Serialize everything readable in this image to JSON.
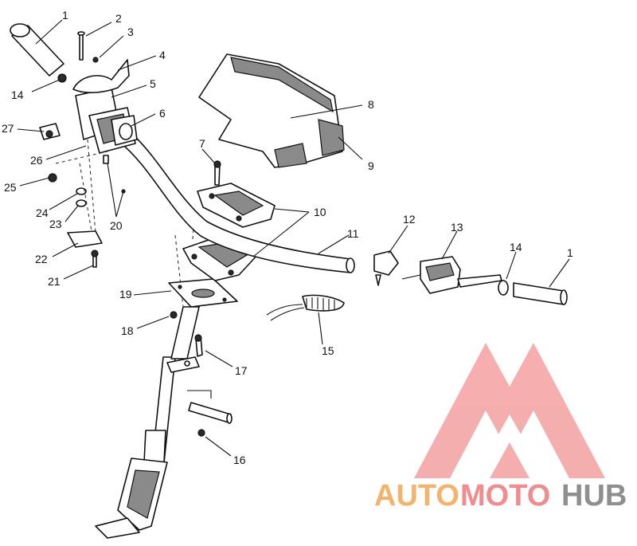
{
  "callouts": [
    {
      "id": "c1a",
      "text": "1"
    },
    {
      "id": "c2",
      "text": "2"
    },
    {
      "id": "c3",
      "text": "3"
    },
    {
      "id": "c4",
      "text": "4"
    },
    {
      "id": "c14a",
      "text": "14"
    },
    {
      "id": "c5",
      "text": "5"
    },
    {
      "id": "c6",
      "text": "6"
    },
    {
      "id": "c27",
      "text": "27"
    },
    {
      "id": "c26",
      "text": "26"
    },
    {
      "id": "c25",
      "text": "25"
    },
    {
      "id": "c24",
      "text": "24"
    },
    {
      "id": "c23",
      "text": "23"
    },
    {
      "id": "c20",
      "text": "20"
    },
    {
      "id": "c22",
      "text": "22"
    },
    {
      "id": "c21",
      "text": "21"
    },
    {
      "id": "c7",
      "text": "7"
    },
    {
      "id": "c8",
      "text": "8"
    },
    {
      "id": "c9",
      "text": "9"
    },
    {
      "id": "c10",
      "text": "10"
    },
    {
      "id": "c11",
      "text": "11"
    },
    {
      "id": "c12",
      "text": "12"
    },
    {
      "id": "c13",
      "text": "13"
    },
    {
      "id": "c14b",
      "text": "14"
    },
    {
      "id": "c1b",
      "text": "1"
    },
    {
      "id": "c19",
      "text": "19"
    },
    {
      "id": "c18",
      "text": "18"
    },
    {
      "id": "c17",
      "text": "17"
    },
    {
      "id": "c15",
      "text": "15"
    },
    {
      "id": "c16",
      "text": "16"
    }
  ],
  "watermark": {
    "word_auto": "AUTO",
    "word_moto": "MOTO",
    "word_hub": "HUB",
    "color_auto": "#f5b26b",
    "color_moto": "#f28b8b",
    "color_hub": "#8f8f8f",
    "triangle_color": "#f4a0a0"
  }
}
